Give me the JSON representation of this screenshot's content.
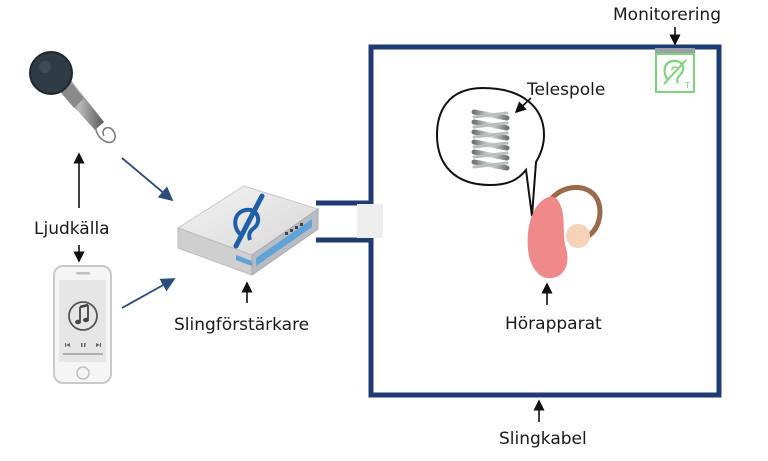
{
  "labels": {
    "monitoring": "Monitorering",
    "telecoil": "Telespole",
    "audio_source": "Ljudkälla",
    "amplifier": "Slingförstärkare",
    "hearing_aid": "Hörapparat",
    "loop_cable": "Slingkabel"
  },
  "colors": {
    "loop": "#1f3b73",
    "arrow": "#2c4c7c",
    "label_arrow": "#111111",
    "hearing_aid": "#f08a8a",
    "ear_hook": "#9a6b4a",
    "skin": "#f6d2b8",
    "monitor_green": "#7dd37d",
    "coil": "#9aa2a0"
  },
  "icons": {
    "microphone": "microphone-icon",
    "phone": "smartphone-icon",
    "music": "music-note-icon",
    "amplifier": "loop-amplifier-icon",
    "ear": "hearing-loop-ear-icon",
    "telecoil": "telecoil-spring-icon",
    "hearing_aid": "hearing-aid-icon",
    "monitor": "hearing-loop-sign-icon"
  }
}
